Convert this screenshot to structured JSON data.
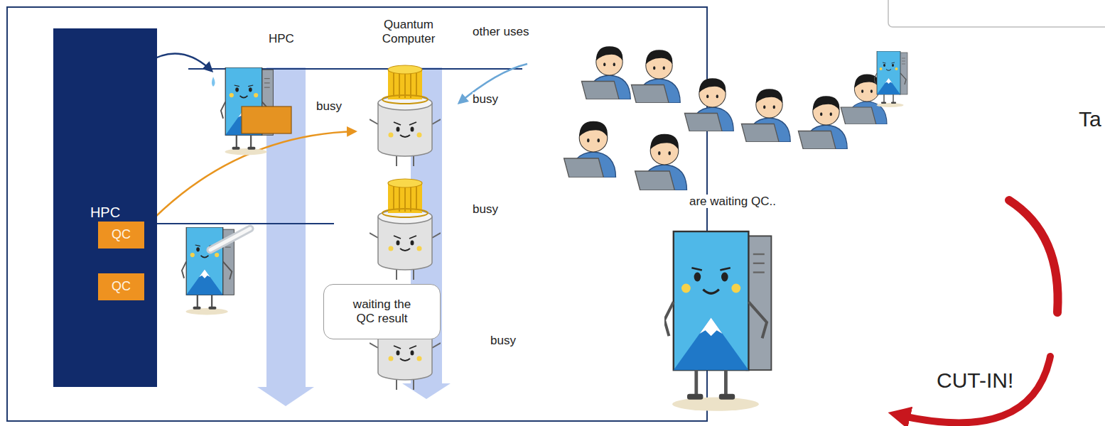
{
  "diagram": {
    "nodes": [
      {
        "text": [
          "HPC"
        ]
      },
      {
        "text": [
          "QC"
        ],
        "in": 0
      },
      {
        "text": [
          "QC"
        ],
        "in": 0
      },
      {
        "text": [
          "waiting the QC result"
        ]
      }
    ],
    "labels": [
      "HPC",
      "Quantum Computer",
      "other uses",
      "busy",
      "busy",
      "busy",
      "busy",
      "are waiting QC..",
      "Ta",
      "CUT-IN!"
    ]
  }
}
